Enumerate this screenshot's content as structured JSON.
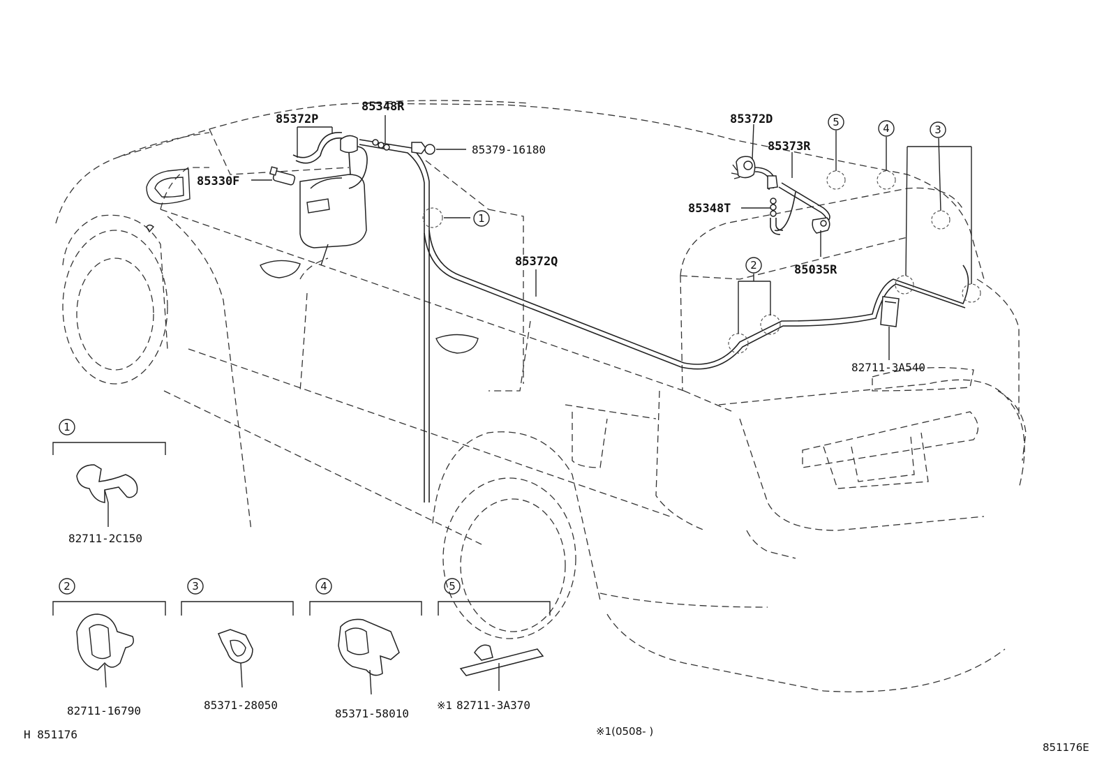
{
  "diagram": {
    "labels": {
      "p85372P": "85372P",
      "p85348R": "85348R",
      "p85379": "85379-16180",
      "p85330F": "85330F",
      "p85372D": "85372D",
      "p85373R": "85373R",
      "p85348T": "85348T",
      "p85035R": "85035R",
      "p85372Q": "85372Q",
      "p827113A540": "82711-3A540"
    },
    "callouts": [
      "1",
      "2",
      "3",
      "4",
      "5"
    ],
    "legend": [
      {
        "num": "1",
        "part": "82711-2C150"
      },
      {
        "num": "2",
        "part": "82711-16790"
      },
      {
        "num": "3",
        "part": "85371-28050"
      },
      {
        "num": "4",
        "part": "85371-58010"
      },
      {
        "num": "5",
        "part": "82711-3A370",
        "note_mark": "※1"
      }
    ],
    "footnote": "※1(0508-      )",
    "figure_code": "H 851176",
    "corner_code": "851176E"
  }
}
